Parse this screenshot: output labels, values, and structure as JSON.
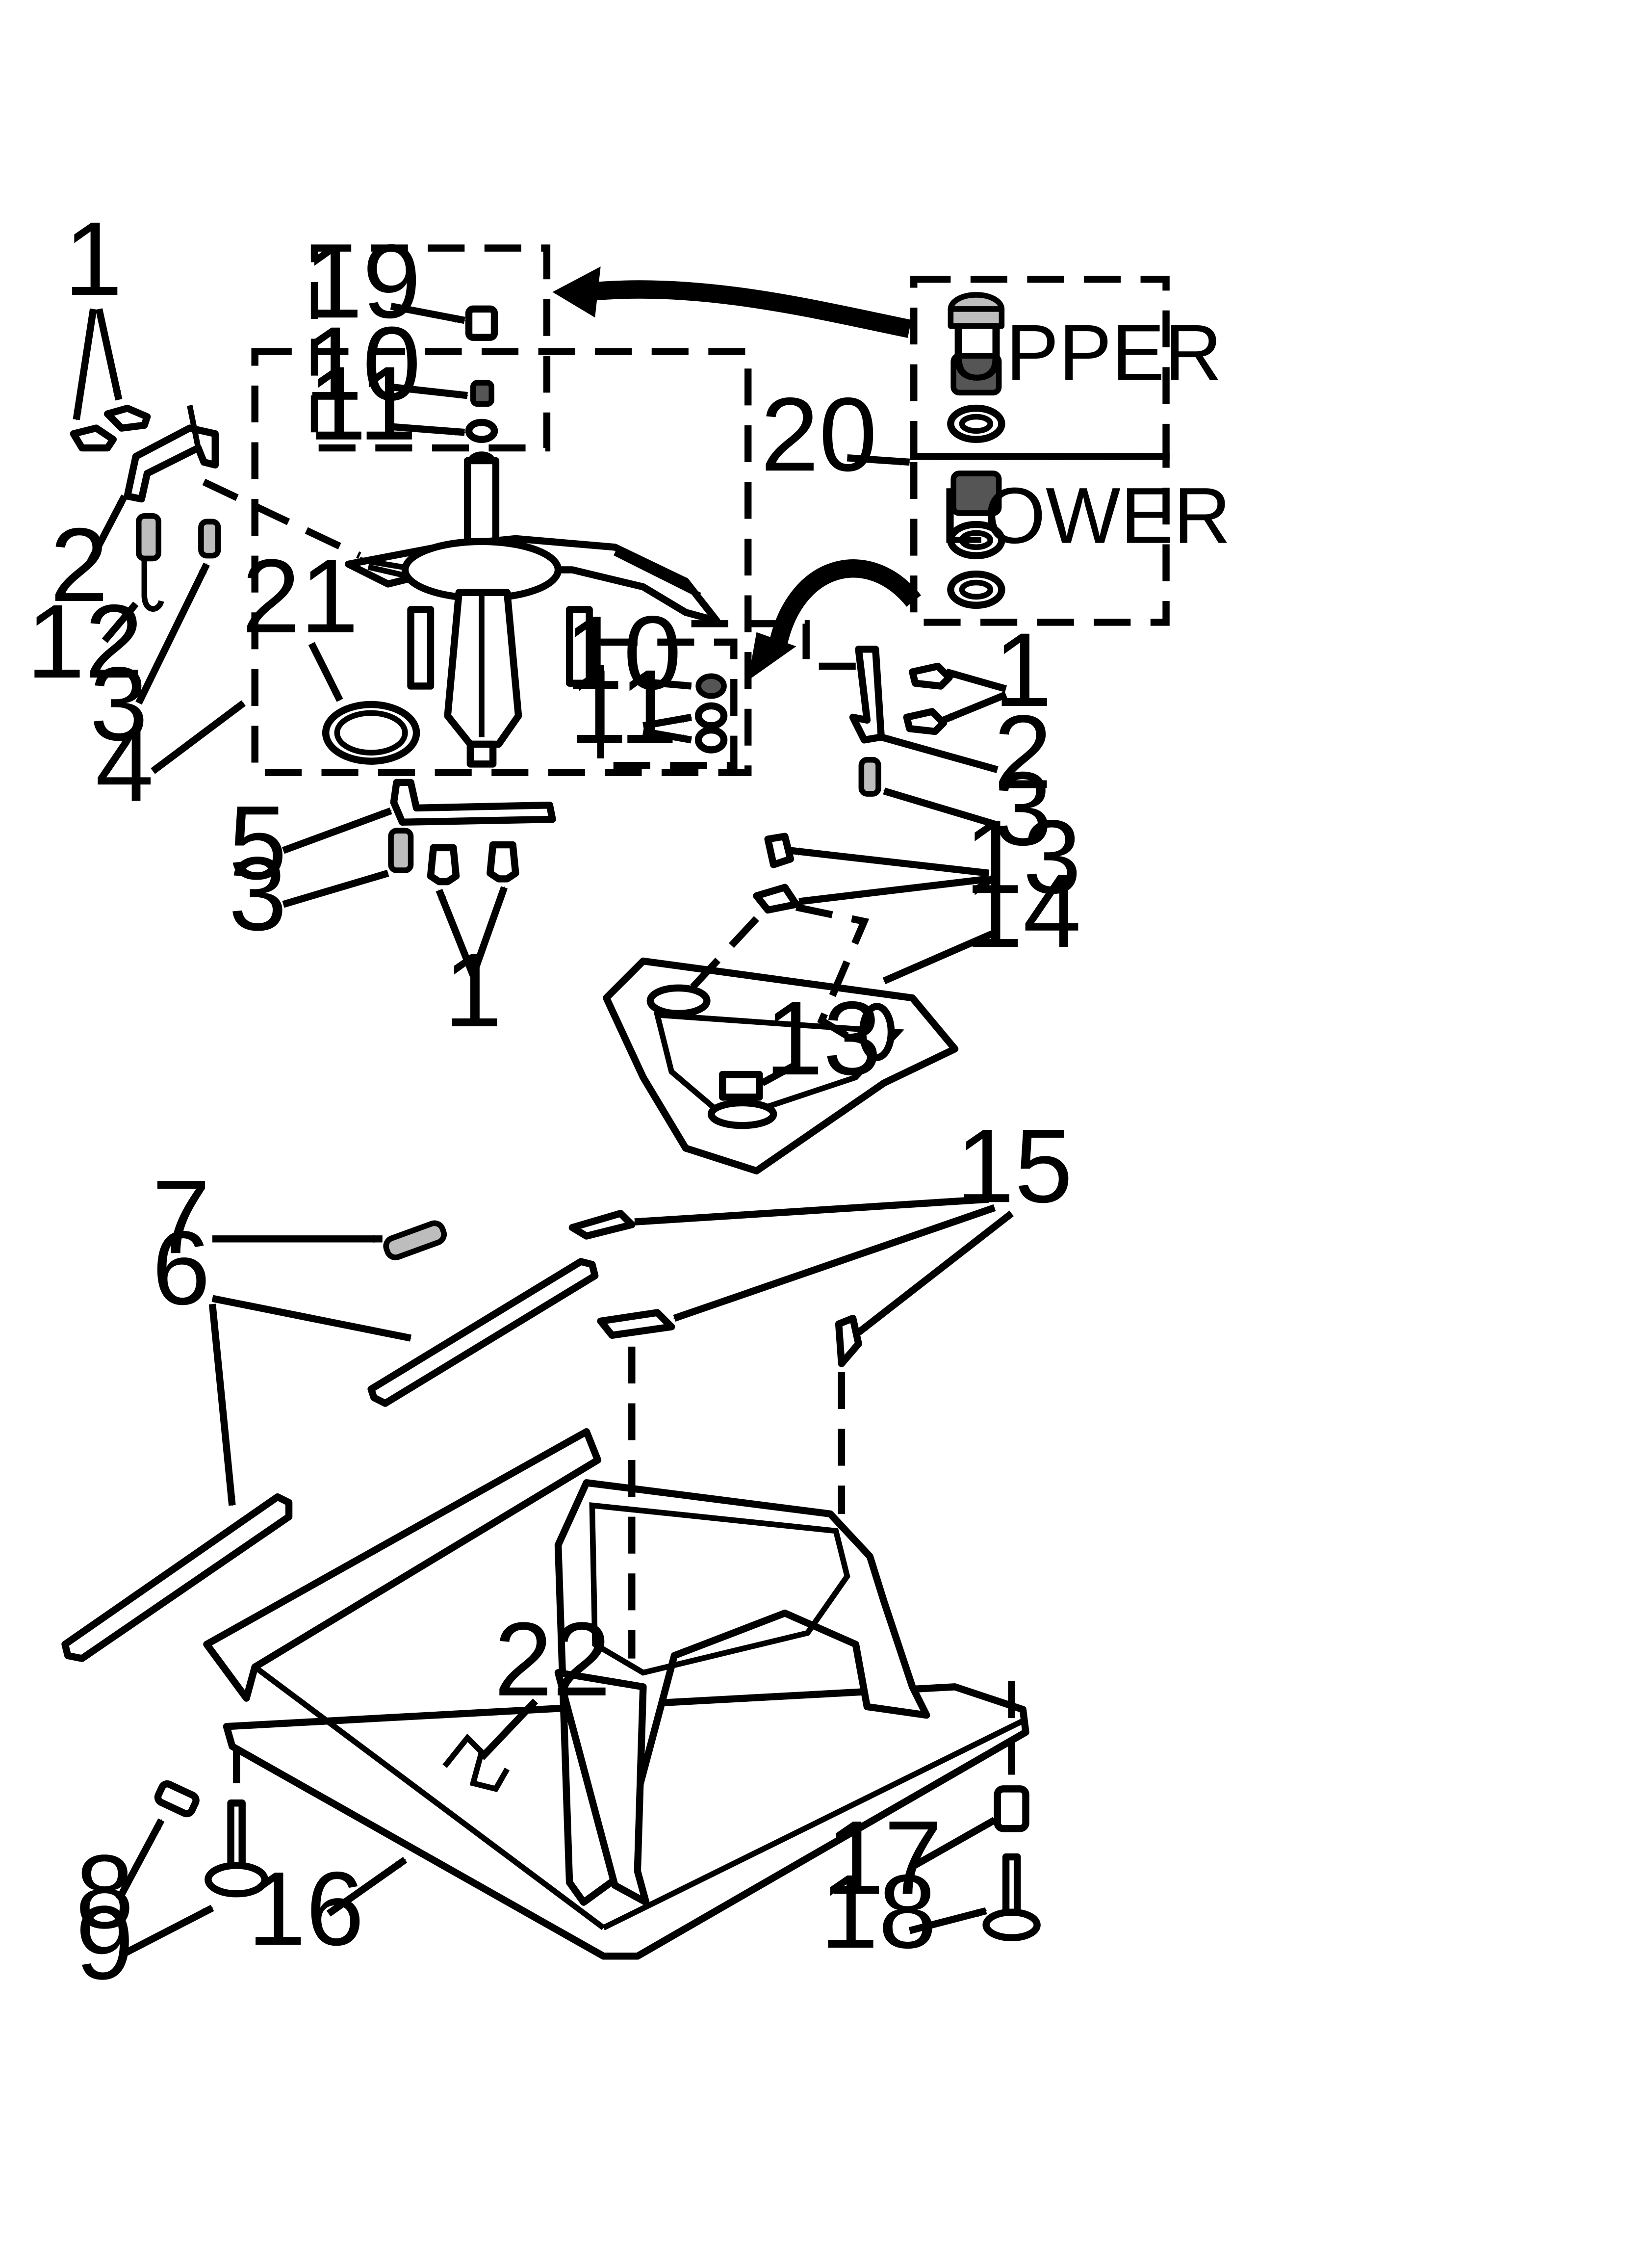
{
  "callouts": [
    {
      "id": "c1a",
      "text": "1"
    },
    {
      "id": "c19",
      "text": "19"
    },
    {
      "id": "c10a",
      "text": "10"
    },
    {
      "id": "c11a",
      "text": "11"
    },
    {
      "id": "c20",
      "text": "20"
    },
    {
      "id": "c2a",
      "text": "2"
    },
    {
      "id": "c12",
      "text": "12"
    },
    {
      "id": "c3a",
      "text": "3"
    },
    {
      "id": "c4",
      "text": "4"
    },
    {
      "id": "c21",
      "text": "21"
    },
    {
      "id": "c10b",
      "text": "10"
    },
    {
      "id": "c11b",
      "text": "11"
    },
    {
      "id": "c1b",
      "text": "1"
    },
    {
      "id": "c2b",
      "text": "2"
    },
    {
      "id": "c3b",
      "text": "3"
    },
    {
      "id": "c5",
      "text": "5"
    },
    {
      "id": "c3c",
      "text": "3"
    },
    {
      "id": "c13a",
      "text": "13"
    },
    {
      "id": "c14",
      "text": "14"
    },
    {
      "id": "c1c",
      "text": "1"
    },
    {
      "id": "c13b",
      "text": "13"
    },
    {
      "id": "c15",
      "text": "15"
    },
    {
      "id": "c7",
      "text": "7"
    },
    {
      "id": "c6",
      "text": "6"
    },
    {
      "id": "c22",
      "text": "22"
    },
    {
      "id": "c17",
      "text": "17"
    },
    {
      "id": "c8",
      "text": "8"
    },
    {
      "id": "c18",
      "text": "18"
    },
    {
      "id": "c16",
      "text": "16"
    },
    {
      "id": "c9",
      "text": "9"
    }
  ],
  "box_labels": {
    "upper": "UPPER",
    "lower": "LOWER"
  }
}
